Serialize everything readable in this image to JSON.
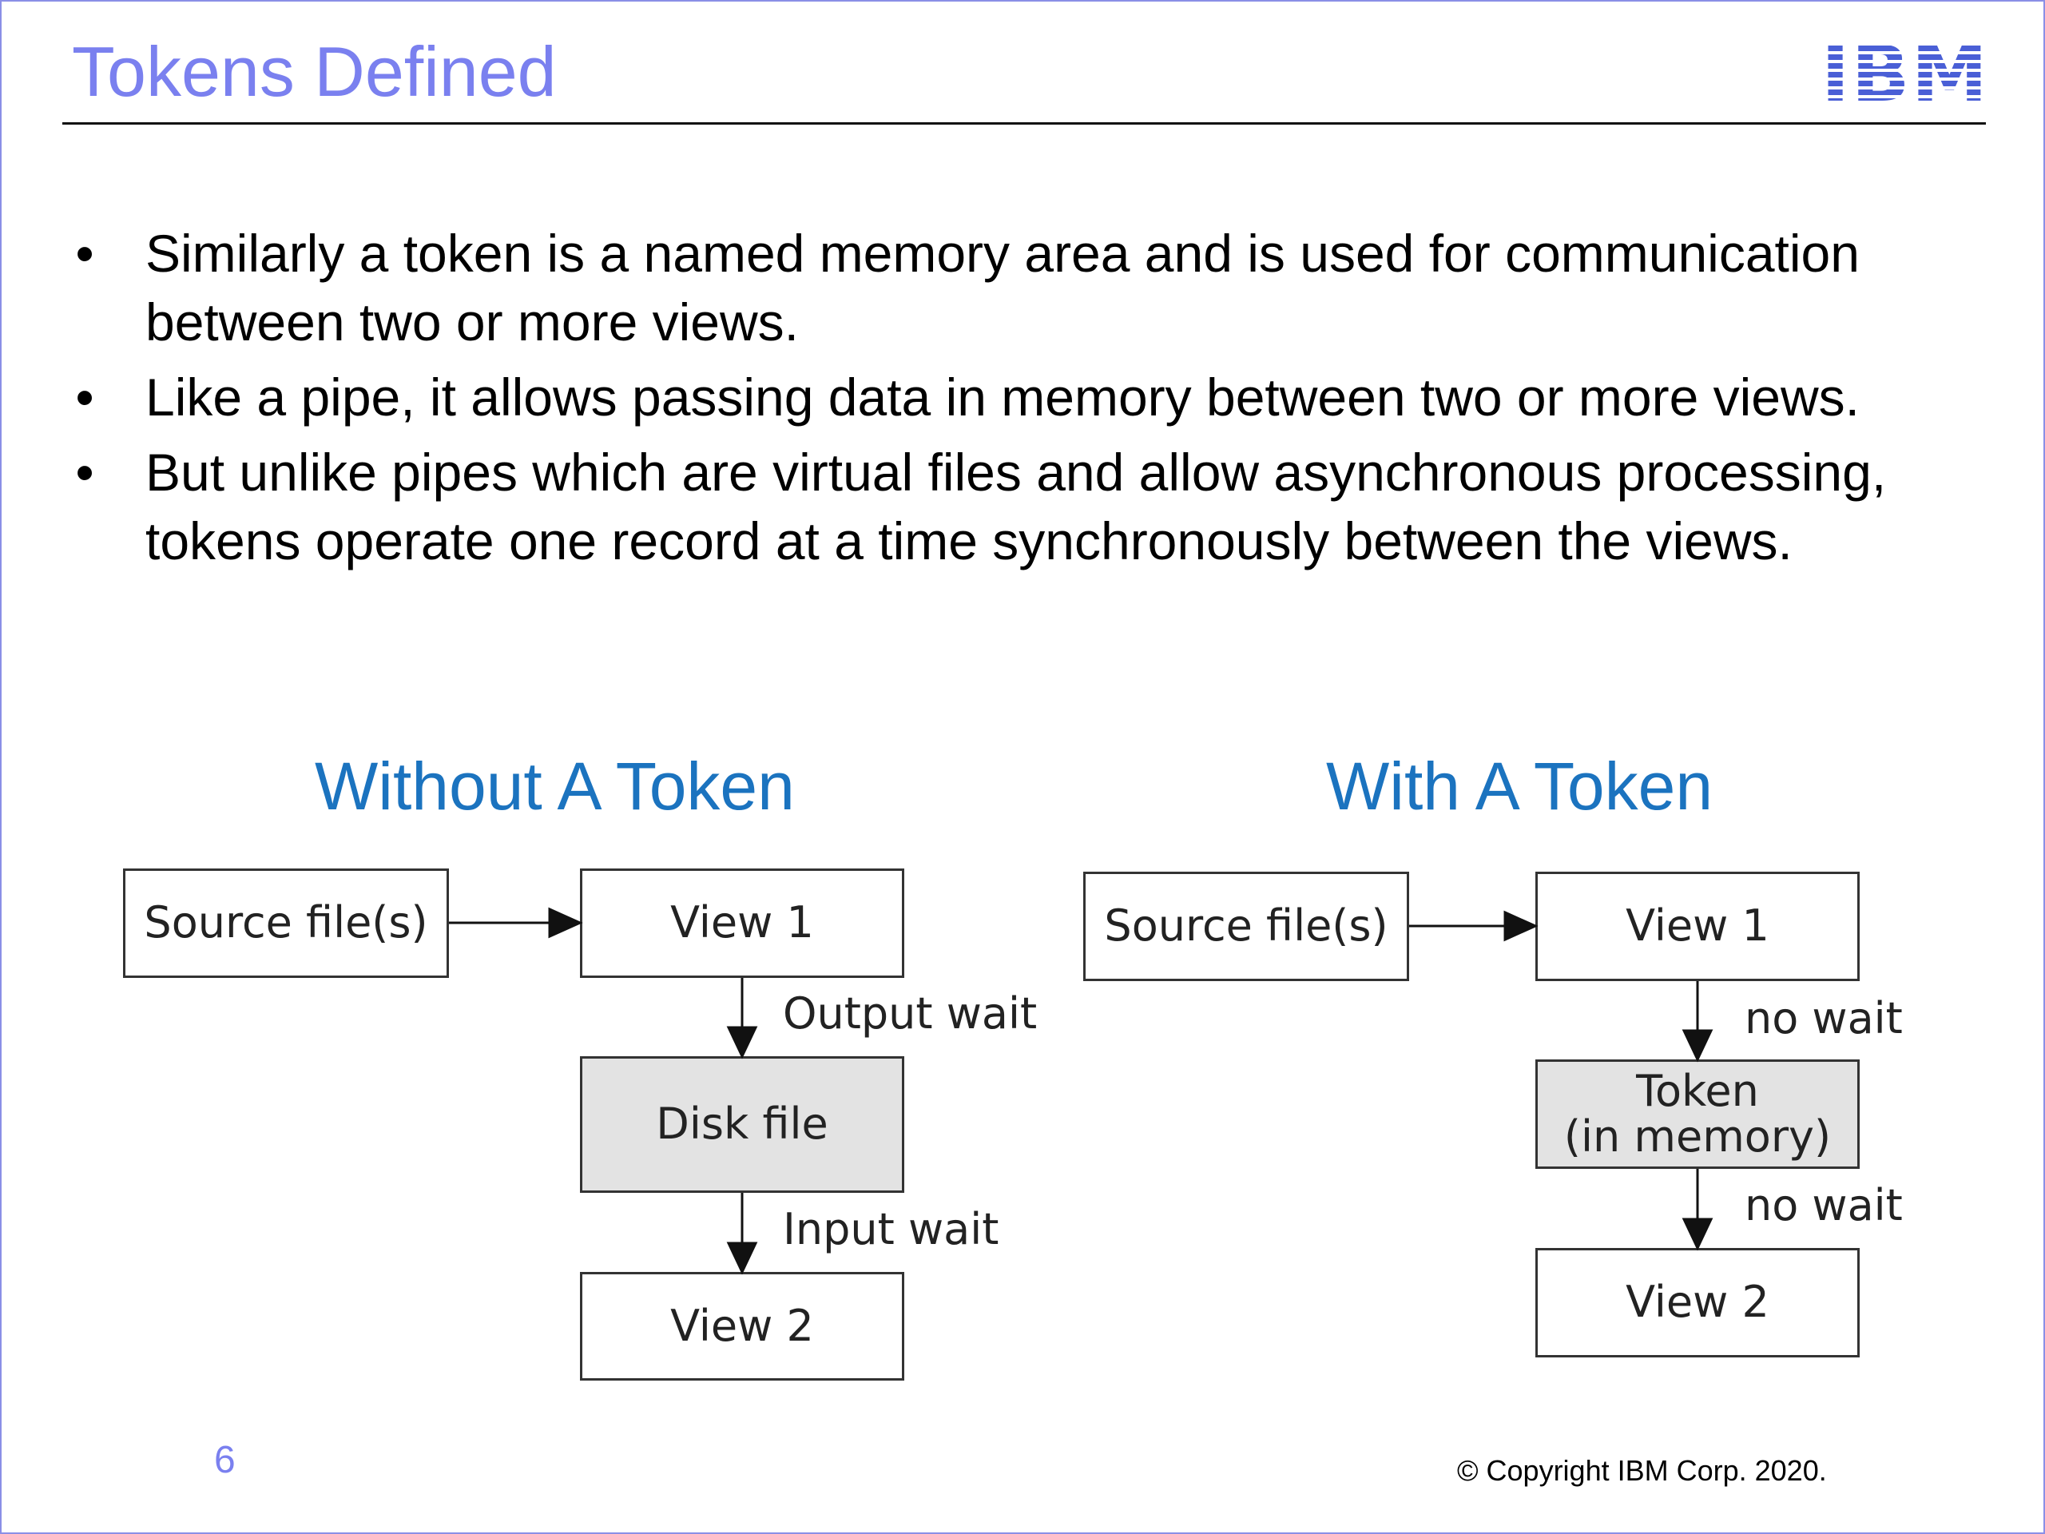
{
  "slide": {
    "title": "Tokens Defined",
    "logo_text": "IBM",
    "page_number": "6",
    "copyright": "© Copyright IBM Corp. 2020."
  },
  "bullets": [
    {
      "text": "Similarly a token is a named memory area and is used for communication between two or more views."
    },
    {
      "text": "Like a pipe, it allows passing data in memory between two or more views."
    },
    {
      "text": "But unlike pipes which are virtual files and allow asynchronous processing, tokens operate one record at a time synchronously between the views."
    }
  ],
  "bullet_symbol": "•",
  "diagram_left": {
    "title": "Without A Token",
    "source": "Source file(s)",
    "view1": "View 1",
    "output_wait": "Output wait",
    "disk_file": "Disk file",
    "input_wait": "Input wait",
    "view2": "View 2"
  },
  "diagram_right": {
    "title": "With A Token",
    "source": "Source file(s)",
    "view1": "View 1",
    "no_wait_1": "no wait",
    "token": "Token",
    "token_sub": "(in memory)",
    "no_wait_2": "no wait",
    "view2": "View 2"
  },
  "colors": {
    "title": "#7a80ef",
    "diagram_title": "#1b73bf",
    "shaded_box": "#e3e3e3",
    "logo": "#4a5fd6"
  }
}
